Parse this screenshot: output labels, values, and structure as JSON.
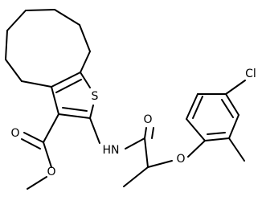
{
  "atom_labels": {
    "sulfur": "S",
    "carbonyl_oxygen_ester": "O",
    "ester_oxygen": "O",
    "amide_nitrogen": "HN",
    "amide_oxygen": "O",
    "ether_oxygen": "O",
    "chlorine": "Cl"
  },
  "colors": {
    "bond": "#000000",
    "background": "#ffffff"
  }
}
